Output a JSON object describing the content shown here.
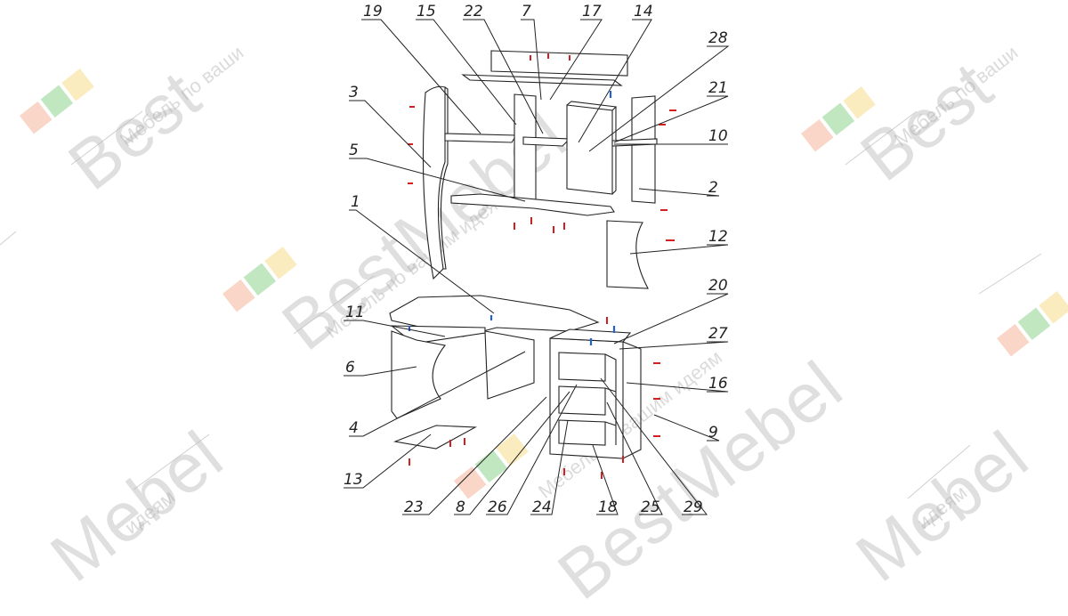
{
  "watermark": {
    "brand_big": "BestMebel",
    "brand_partial_1": "Best",
    "brand_partial_2": "Mebel",
    "slogan": "Мебель по вашим идеям",
    "slogan_partial_1": "Мебель по ваши",
    "slogan_partial_2": "идеям",
    "logo_colors": [
      "#f5b49a",
      "#8fd48f",
      "#f6dc8a"
    ]
  },
  "callouts": [
    "19",
    "15",
    "22",
    "7",
    "17",
    "14",
    "28",
    "21",
    "10",
    "3",
    "5",
    "2",
    "12",
    "1",
    "20",
    "11",
    "27",
    "6",
    "16",
    "4",
    "9",
    "13",
    "23",
    "8",
    "26",
    "24",
    "18",
    "25",
    "29"
  ],
  "colors": {
    "line": "#222222",
    "hardware_red": "#d22020",
    "hardware_blue": "#2060d0"
  }
}
